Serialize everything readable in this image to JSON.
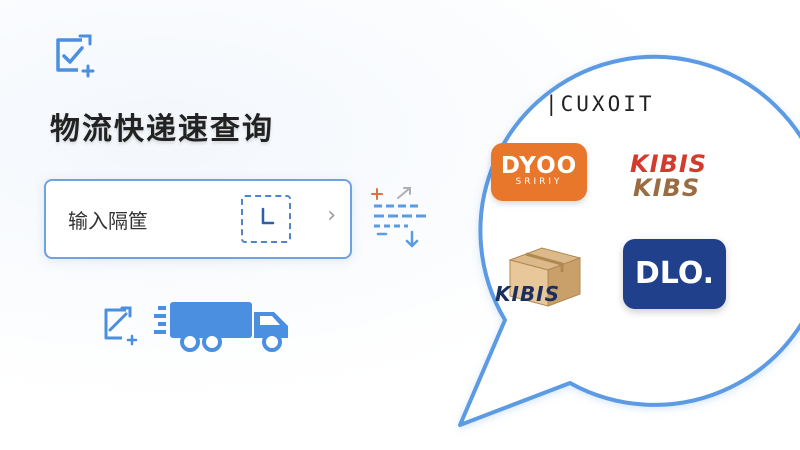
{
  "title": "物流快递速查询",
  "search": {
    "text": "输入隔筐",
    "chevron": "›"
  },
  "brands": {
    "cuxoit": "|CUXOIT",
    "dyoo_main": "DYOO",
    "dyoo_sub": "SRIRIY",
    "kibis_top": "KIBIS",
    "kibis_bottom": "KIBS",
    "box_kibis": "KIBIS",
    "dlo": "DLO."
  },
  "icons": {
    "top_left": "edit-checklist-icon",
    "bottom_left": "edit-checklist-icon",
    "clock": "clock-icon",
    "truck": "delivery-truck-icon",
    "box": "package-box-icon"
  },
  "colors": {
    "accent": "#4a8fe0",
    "bubble_border": "#5b9be3",
    "dyoo": "#e8762b",
    "kibis_red": "#d33b2e",
    "kibis_brown": "#9a6c42",
    "dlo": "#20408c"
  }
}
